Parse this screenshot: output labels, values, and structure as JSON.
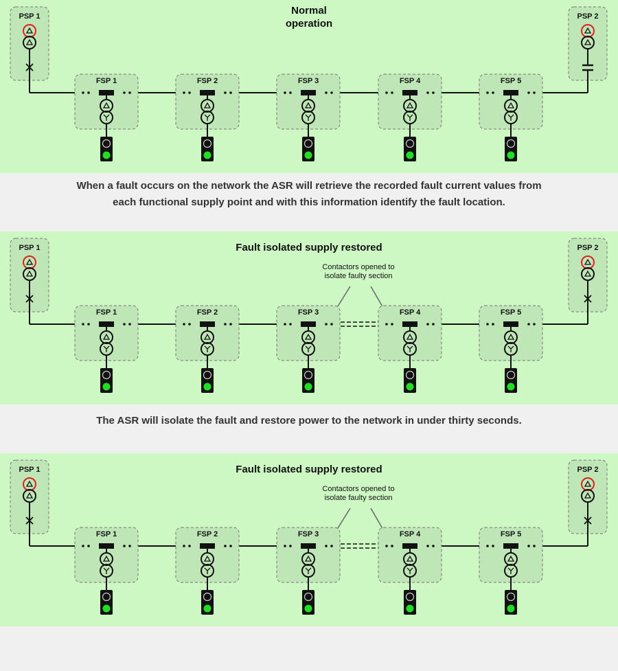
{
  "panels": [
    {
      "title_lines": [
        "Normal",
        "operation"
      ],
      "psp_left": "PSP 1",
      "psp_right": "PSP 2",
      "fsps": [
        "FSP 1",
        "FSP 2",
        "FSP 3",
        "FSP 4",
        "FSP 5"
      ],
      "psp_left_switch": "closed",
      "psp_right_switch": "open",
      "isolated": false
    },
    {
      "title_lines": [
        "Fault isolated supply restored"
      ],
      "psp_left": "PSP 1",
      "psp_right": "PSP 2",
      "fsps": [
        "FSP 1",
        "FSP 2",
        "FSP 3",
        "FSP 4",
        "FSP 5"
      ],
      "psp_left_switch": "closed",
      "psp_right_switch": "closed",
      "isolated": true,
      "annotation_lines": [
        "Contactors opened to",
        "isolate faulty section"
      ]
    },
    {
      "title_lines": [
        "Fault isolated supply restored"
      ],
      "psp_left": "PSP 1",
      "psp_right": "PSP 2",
      "fsps": [
        "FSP 1",
        "FSP 2",
        "FSP 3",
        "FSP 4",
        "FSP 5"
      ],
      "psp_left_switch": "closed",
      "psp_right_switch": "closed",
      "isolated": true,
      "annotation_lines": [
        "Contactors opened to",
        "isolate faulty section"
      ]
    }
  ],
  "captions": {
    "first_line1": "When a fault occurs on the network the ASR will retrieve the recorded fault current values from",
    "first_line2": "each functional supply point and with this information identify the fault location.",
    "second": "The ASR will isolate the fault and restore power to the network in under thirty seconds."
  },
  "colors": {
    "panel_bg": "#cdf7c3",
    "box_fill": "#bfe6b6",
    "fault_red": "#e02020",
    "signal_green": "#22dd22",
    "page_bg": "#f0f0f0"
  }
}
